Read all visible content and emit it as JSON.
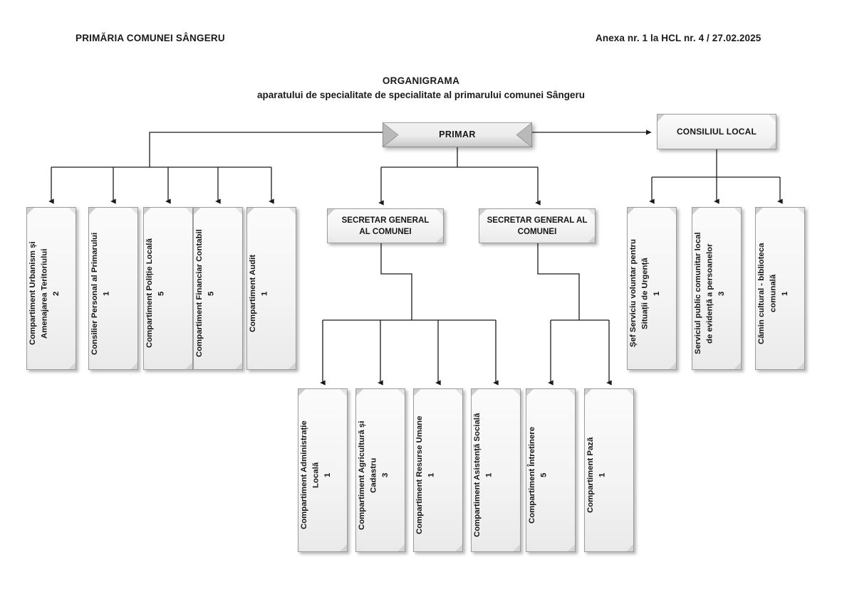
{
  "header": {
    "left": "PRIMĂRIA COMUNEI SÂNGERU",
    "right": "Anexa nr. 1 la HCL nr. 4 / 27.02.2025"
  },
  "title": {
    "line1": "ORGANIGRAMA",
    "line2": "aparatului de specialitate de specialitate al primarului comunei Sângeru"
  },
  "nodes": {
    "primar": {
      "label": "PRIMAR"
    },
    "consiliu": {
      "label": "CONSILIUL LOCAL"
    },
    "secretar_1": {
      "label": "SECRETAR GENERAL\nAL COMUNEI"
    },
    "secretar_2": {
      "label": "SECRETAR GENERAL AL\nCOMUNEI"
    }
  },
  "chart_data": {
    "type": "diagram",
    "title": "ORGANIGRAMA",
    "subtitle": "aparatului de specialitate de specialitate al primarului comunei Sângeru",
    "root": "PRIMAR",
    "departments": [
      {
        "group": "primar-left",
        "name": "Compartiment Urbanism și\nAmenajarea Teritoriului",
        "count": "2"
      },
      {
        "group": "primar-left",
        "name": "Consilier Personal al Primarului",
        "count": "1"
      },
      {
        "group": "primar-left",
        "name": "Compartiment Poliție Locală",
        "count": "5"
      },
      {
        "group": "primar-left",
        "name": "Compartiment Financiar Contabil",
        "count": "5"
      },
      {
        "group": "primar-left",
        "name": "Compartiment Audit",
        "count": "1"
      },
      {
        "group": "secretar-1",
        "name": "Compartiment Administrație\nLocală",
        "count": "1"
      },
      {
        "group": "secretar-1",
        "name": "Compartiment Agricultură și\nCadastru",
        "count": "3"
      },
      {
        "group": "secretar-1",
        "name": "Compartiment Resurse Umane",
        "count": "1"
      },
      {
        "group": "secretar-1",
        "name": "Compartiment Asistență Socială",
        "count": "1"
      },
      {
        "group": "secretar-2",
        "name": "Compartiment Întretinere",
        "count": "5"
      },
      {
        "group": "secretar-2",
        "name": "Compartiment Pază",
        "count": "1"
      },
      {
        "group": "consiliu",
        "name": "Șef Serviciu voluntar pentru\nSituații de Urgență",
        "count": "1"
      },
      {
        "group": "consiliu",
        "name": "Serviciul public comunitar local\nde evidență a persoanelor",
        "count": "3"
      },
      {
        "group": "consiliu",
        "name": "Cămin cultural - biblioteca\ncomunală",
        "count": "1"
      }
    ]
  },
  "boxes": {
    "b1": {
      "text": "Compartiment Urbanism și\nAmenajarea Teritoriului\n2"
    },
    "b2": {
      "text": "Consilier Personal al Primarului\n1"
    },
    "b3": {
      "text": "Compartiment Poliție Locală\n5"
    },
    "b4": {
      "text": "Compartiment Financiar Contabil\n5"
    },
    "b5": {
      "text": "Compartiment Audit\n1"
    },
    "b6": {
      "text": "Compartiment Administrație\nLocală\n1"
    },
    "b7": {
      "text": "Compartiment Agricultură și\nCadastru\n3"
    },
    "b8": {
      "text": "Compartiment Resurse Umane\n1"
    },
    "b9": {
      "text": "Compartiment Asistență Socială\n1"
    },
    "b10": {
      "text": "Compartiment Întretinere\n5"
    },
    "b11": {
      "text": "Compartiment Pază\n1"
    },
    "b12": {
      "text": "Șef Serviciu voluntar pentru\nSituații de Urgență\n1"
    },
    "b13": {
      "text": "Serviciul public comunitar local\nde evidență a persoanelor\n3"
    },
    "b14": {
      "text": "Cămin cultural - biblioteca\ncomunală\n1"
    }
  },
  "colors": {
    "line": "#1a1a1a",
    "box_fill": "#f2f2f2",
    "box_border": "#9b9b9b",
    "text": "#161616"
  }
}
